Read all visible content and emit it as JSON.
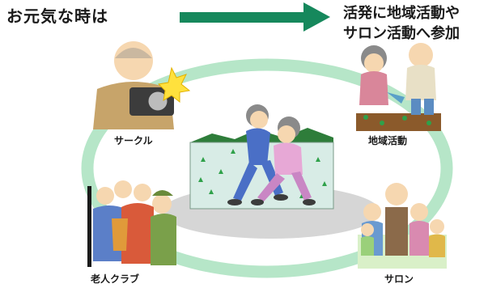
{
  "header": {
    "left_title": "お元気な時は",
    "right_title_line1": "活発に地域活動や",
    "right_title_line2": "サロン活動へ参加"
  },
  "captions": {
    "circle": "サークル",
    "community": "地域活動",
    "club": "老人クラブ",
    "salon": "サロン"
  },
  "colors": {
    "arrow": "#16885c",
    "ring": "#b6e6c8",
    "park_bg": "#d8ece6",
    "ground": "#d6d6d6"
  }
}
